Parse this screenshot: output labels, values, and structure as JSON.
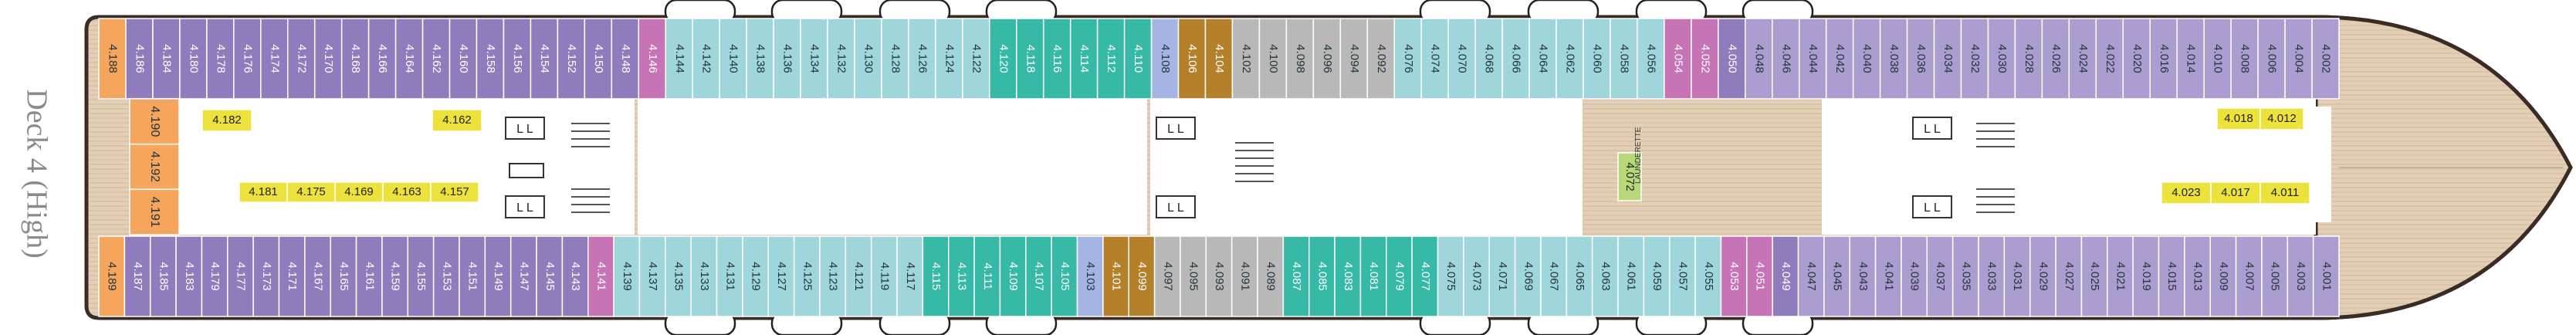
{
  "deck": {
    "title": "Deck 4 (High)"
  },
  "colors": {
    "purple": "#8f7cbd",
    "light_purple": "#ab9dd0",
    "teal": "#37b9a8",
    "light_blue": "#9fd6db",
    "gold": "#b4802a",
    "grey": "#b8b8b8",
    "magenta": "#c774b7",
    "orange": "#f5a55c",
    "yellow": "#ede13c",
    "lime": "#b7d97a",
    "periwinkle": "#a5b5e3",
    "wood": "#dcc5ab",
    "hull": "#3a2c24"
  },
  "cabins": {
    "top_row": [
      {
        "label": "4.188",
        "color": "orange"
      },
      {
        "label": "4.186",
        "color": "purple"
      },
      {
        "label": "4.184",
        "color": "purple"
      },
      {
        "label": "4.180",
        "color": "purple"
      },
      {
        "label": "4.178",
        "color": "purple"
      },
      {
        "label": "4.176",
        "color": "purple"
      },
      {
        "label": "4.174",
        "color": "purple"
      },
      {
        "label": "4.172",
        "color": "purple"
      },
      {
        "label": "4.170",
        "color": "purple"
      },
      {
        "label": "4.168",
        "color": "purple"
      },
      {
        "label": "4.166",
        "color": "purple"
      },
      {
        "label": "4.164",
        "color": "purple"
      },
      {
        "label": "4.162",
        "color": "purple"
      },
      {
        "label": "4.160",
        "color": "purple"
      },
      {
        "label": "4.158",
        "color": "purple"
      },
      {
        "label": "4.156",
        "color": "purple"
      },
      {
        "label": "4.154",
        "color": "purple"
      },
      {
        "label": "4.152",
        "color": "purple"
      },
      {
        "label": "4.150",
        "color": "purple"
      },
      {
        "label": "4.148",
        "color": "purple"
      },
      {
        "label": "4.146",
        "color": "magenta"
      },
      {
        "label": "4.144",
        "color": "light_blue"
      },
      {
        "label": "4.142",
        "color": "light_blue"
      },
      {
        "label": "4.140",
        "color": "light_blue"
      },
      {
        "label": "4.138",
        "color": "light_blue"
      },
      {
        "label": "4.136",
        "color": "light_blue"
      },
      {
        "label": "4.134",
        "color": "light_blue"
      },
      {
        "label": "4.132",
        "color": "light_blue"
      },
      {
        "label": "4.130",
        "color": "light_blue"
      },
      {
        "label": "4.128",
        "color": "light_blue"
      },
      {
        "label": "4.126",
        "color": "light_blue"
      },
      {
        "label": "4.124",
        "color": "light_blue"
      },
      {
        "label": "4.122",
        "color": "light_blue"
      },
      {
        "label": "4.120",
        "color": "teal"
      },
      {
        "label": "4.118",
        "color": "teal"
      },
      {
        "label": "4.116",
        "color": "teal"
      },
      {
        "label": "4.114",
        "color": "teal"
      },
      {
        "label": "4.112",
        "color": "teal"
      },
      {
        "label": "4.110",
        "color": "teal"
      },
      {
        "label": "4.108",
        "color": "periwinkle"
      },
      {
        "label": "4.106",
        "color": "gold"
      },
      {
        "label": "4.104",
        "color": "gold"
      },
      {
        "label": "4.102",
        "color": "grey"
      },
      {
        "label": "4.100",
        "color": "grey"
      },
      {
        "label": "4.098",
        "color": "grey"
      },
      {
        "label": "4.096",
        "color": "grey"
      },
      {
        "label": "4.094",
        "color": "grey"
      },
      {
        "label": "4.092",
        "color": "grey"
      },
      {
        "label": "4.076",
        "color": "light_blue"
      },
      {
        "label": "4.074",
        "color": "light_blue"
      },
      {
        "label": "4.070",
        "color": "light_blue"
      },
      {
        "label": "4.068",
        "color": "light_blue"
      },
      {
        "label": "4.066",
        "color": "light_blue"
      },
      {
        "label": "4.064",
        "color": "light_blue"
      },
      {
        "label": "4.062",
        "color": "light_blue"
      },
      {
        "label": "4.060",
        "color": "light_blue"
      },
      {
        "label": "4.058",
        "color": "light_blue"
      },
      {
        "label": "4.056",
        "color": "light_blue"
      },
      {
        "label": "4.054",
        "color": "magenta"
      },
      {
        "label": "4.052",
        "color": "magenta"
      },
      {
        "label": "4.050",
        "color": "purple"
      },
      {
        "label": "4.048",
        "color": "light_purple"
      },
      {
        "label": "4.046",
        "color": "light_purple"
      },
      {
        "label": "4.044",
        "color": "light_purple"
      },
      {
        "label": "4.042",
        "color": "light_purple"
      },
      {
        "label": "4.040",
        "color": "light_purple"
      },
      {
        "label": "4.038",
        "color": "light_purple"
      },
      {
        "label": "4.036",
        "color": "light_purple"
      },
      {
        "label": "4.034",
        "color": "light_purple"
      },
      {
        "label": "4.032",
        "color": "light_purple"
      },
      {
        "label": "4.030",
        "color": "light_purple"
      },
      {
        "label": "4.028",
        "color": "light_purple"
      },
      {
        "label": "4.026",
        "color": "light_purple"
      },
      {
        "label": "4.024",
        "color": "light_purple"
      },
      {
        "label": "4.022",
        "color": "light_purple"
      },
      {
        "label": "4.020",
        "color": "light_purple"
      },
      {
        "label": "4.016",
        "color": "light_purple"
      },
      {
        "label": "4.014",
        "color": "light_purple"
      },
      {
        "label": "4.010",
        "color": "light_purple"
      },
      {
        "label": "4.008",
        "color": "light_purple"
      },
      {
        "label": "4.006",
        "color": "light_purple"
      },
      {
        "label": "4.004",
        "color": "light_purple"
      },
      {
        "label": "4.002",
        "color": "light_purple"
      }
    ],
    "bottom_row": [
      {
        "label": "4.189",
        "color": "orange"
      },
      {
        "label": "4.187",
        "color": "purple"
      },
      {
        "label": "4.185",
        "color": "purple"
      },
      {
        "label": "4.183",
        "color": "purple"
      },
      {
        "label": "4.179",
        "color": "purple"
      },
      {
        "label": "4.177",
        "color": "purple"
      },
      {
        "label": "4.173",
        "color": "purple"
      },
      {
        "label": "4.171",
        "color": "purple"
      },
      {
        "label": "4.167",
        "color": "purple"
      },
      {
        "label": "4.165",
        "color": "purple"
      },
      {
        "label": "4.161",
        "color": "purple"
      },
      {
        "label": "4.159",
        "color": "purple"
      },
      {
        "label": "4.155",
        "color": "purple"
      },
      {
        "label": "4.153",
        "color": "purple"
      },
      {
        "label": "4.151",
        "color": "purple"
      },
      {
        "label": "4.149",
        "color": "purple"
      },
      {
        "label": "4.147",
        "color": "purple"
      },
      {
        "label": "4.145",
        "color": "purple"
      },
      {
        "label": "4.143",
        "color": "purple"
      },
      {
        "label": "4.141",
        "color": "magenta"
      },
      {
        "label": "4.139",
        "color": "light_blue"
      },
      {
        "label": "4.137",
        "color": "light_blue"
      },
      {
        "label": "4.135",
        "color": "light_blue"
      },
      {
        "label": "4.133",
        "color": "light_blue"
      },
      {
        "label": "4.131",
        "color": "light_blue"
      },
      {
        "label": "4.129",
        "color": "light_blue"
      },
      {
        "label": "4.127",
        "color": "light_blue"
      },
      {
        "label": "4.125",
        "color": "light_blue"
      },
      {
        "label": "4.123",
        "color": "light_blue"
      },
      {
        "label": "4.121",
        "color": "light_blue"
      },
      {
        "label": "4.119",
        "color": "light_blue"
      },
      {
        "label": "4.117",
        "color": "light_blue"
      },
      {
        "label": "4.115",
        "color": "teal"
      },
      {
        "label": "4.113",
        "color": "teal"
      },
      {
        "label": "4.111",
        "color": "teal"
      },
      {
        "label": "4.109",
        "color": "teal"
      },
      {
        "label": "4.107",
        "color": "teal"
      },
      {
        "label": "4.105",
        "color": "teal"
      },
      {
        "label": "4.103",
        "color": "periwinkle"
      },
      {
        "label": "4.101",
        "color": "gold"
      },
      {
        "label": "4.099",
        "color": "gold"
      },
      {
        "label": "4.097",
        "color": "grey"
      },
      {
        "label": "4.095",
        "color": "grey"
      },
      {
        "label": "4.093",
        "color": "grey"
      },
      {
        "label": "4.091",
        "color": "grey"
      },
      {
        "label": "4.089",
        "color": "grey"
      },
      {
        "label": "4.087",
        "color": "teal"
      },
      {
        "label": "4.085",
        "color": "teal"
      },
      {
        "label": "4.083",
        "color": "teal"
      },
      {
        "label": "4.081",
        "color": "teal"
      },
      {
        "label": "4.079",
        "color": "teal"
      },
      {
        "label": "4.077",
        "color": "teal"
      },
      {
        "label": "4.075",
        "color": "light_blue"
      },
      {
        "label": "4.073",
        "color": "light_blue"
      },
      {
        "label": "4.071",
        "color": "light_blue"
      },
      {
        "label": "4.069",
        "color": "light_blue"
      },
      {
        "label": "4.067",
        "color": "light_blue"
      },
      {
        "label": "4.065",
        "color": "light_blue"
      },
      {
        "label": "4.063",
        "color": "light_blue"
      },
      {
        "label": "4.061",
        "color": "light_blue"
      },
      {
        "label": "4.059",
        "color": "light_blue"
      },
      {
        "label": "4.057",
        "color": "light_blue"
      },
      {
        "label": "4.055",
        "color": "light_blue"
      },
      {
        "label": "4.053",
        "color": "magenta"
      },
      {
        "label": "4.051",
        "color": "magenta"
      },
      {
        "label": "4.049",
        "color": "purple"
      },
      {
        "label": "4.047",
        "color": "light_purple"
      },
      {
        "label": "4.045",
        "color": "light_purple"
      },
      {
        "label": "4.043",
        "color": "light_purple"
      },
      {
        "label": "4.041",
        "color": "light_purple"
      },
      {
        "label": "4.039",
        "color": "light_purple"
      },
      {
        "label": "4.037",
        "color": "light_purple"
      },
      {
        "label": "4.035",
        "color": "light_purple"
      },
      {
        "label": "4.033",
        "color": "light_purple"
      },
      {
        "label": "4.031",
        "color": "light_purple"
      },
      {
        "label": "4.029",
        "color": "light_purple"
      },
      {
        "label": "4.027",
        "color": "light_purple"
      },
      {
        "label": "4.025",
        "color": "light_purple"
      },
      {
        "label": "4.021",
        "color": "light_purple"
      },
      {
        "label": "4.019",
        "color": "light_purple"
      },
      {
        "label": "4.015",
        "color": "light_purple"
      },
      {
        "label": "4.013",
        "color": "light_purple"
      },
      {
        "label": "4.009",
        "color": "light_purple"
      },
      {
        "label": "4.007",
        "color": "light_purple"
      },
      {
        "label": "4.005",
        "color": "light_purple"
      },
      {
        "label": "4.003",
        "color": "light_purple"
      },
      {
        "label": "4.001",
        "color": "light_purple"
      }
    ],
    "aft_inner": [
      {
        "label": "4.190",
        "color": "orange"
      },
      {
        "label": "4.192",
        "color": "orange"
      },
      {
        "label": "4.191",
        "color": "orange"
      }
    ],
    "interior": [
      {
        "label": "4.182",
        "color": "yellow"
      },
      {
        "label": "4.162",
        "color": "yellow"
      },
      {
        "label": "4.181",
        "color": "yellow"
      },
      {
        "label": "4.175",
        "color": "yellow"
      },
      {
        "label": "4.169",
        "color": "yellow"
      },
      {
        "label": "4.163",
        "color": "yellow"
      },
      {
        "label": "4.157",
        "color": "yellow"
      },
      {
        "label": "4.072",
        "color": "lime"
      },
      {
        "label": "4.018",
        "color": "yellow"
      },
      {
        "label": "4.012",
        "color": "yellow"
      },
      {
        "label": "4.023",
        "color": "yellow"
      },
      {
        "label": "4.017",
        "color": "yellow"
      },
      {
        "label": "4.011",
        "color": "yellow"
      }
    ],
    "launderette_label": "LAUNDERETTE"
  }
}
